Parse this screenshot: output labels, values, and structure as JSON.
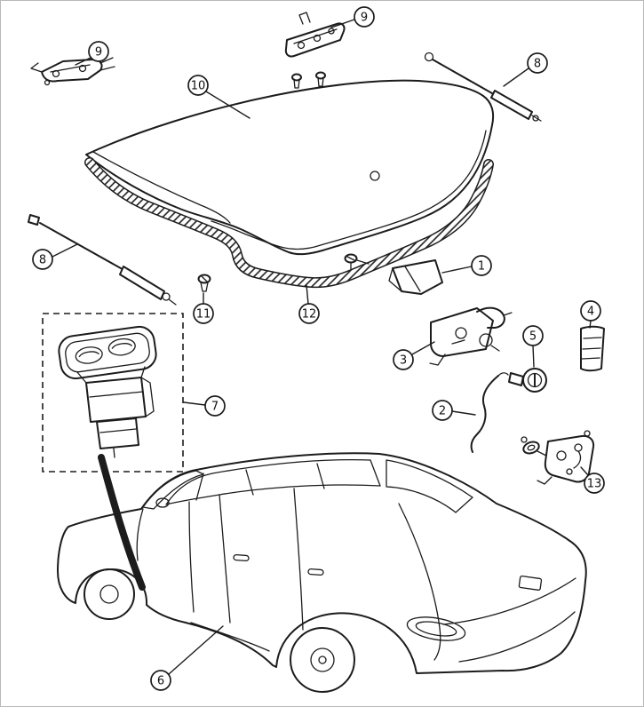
{
  "figure": {
    "background": "#ffffff",
    "line_color": "#1c1c1c",
    "callouts": {
      "c1": "1",
      "c2": "2",
      "c3": "3",
      "c4": "4",
      "c5": "5",
      "c6": "6",
      "c7": "7",
      "c8_left": "8",
      "c8_right": "8",
      "c9_left": "9",
      "c9_center": "9",
      "c10": "10",
      "c11": "11",
      "c12": "12",
      "c13": "13"
    }
  }
}
